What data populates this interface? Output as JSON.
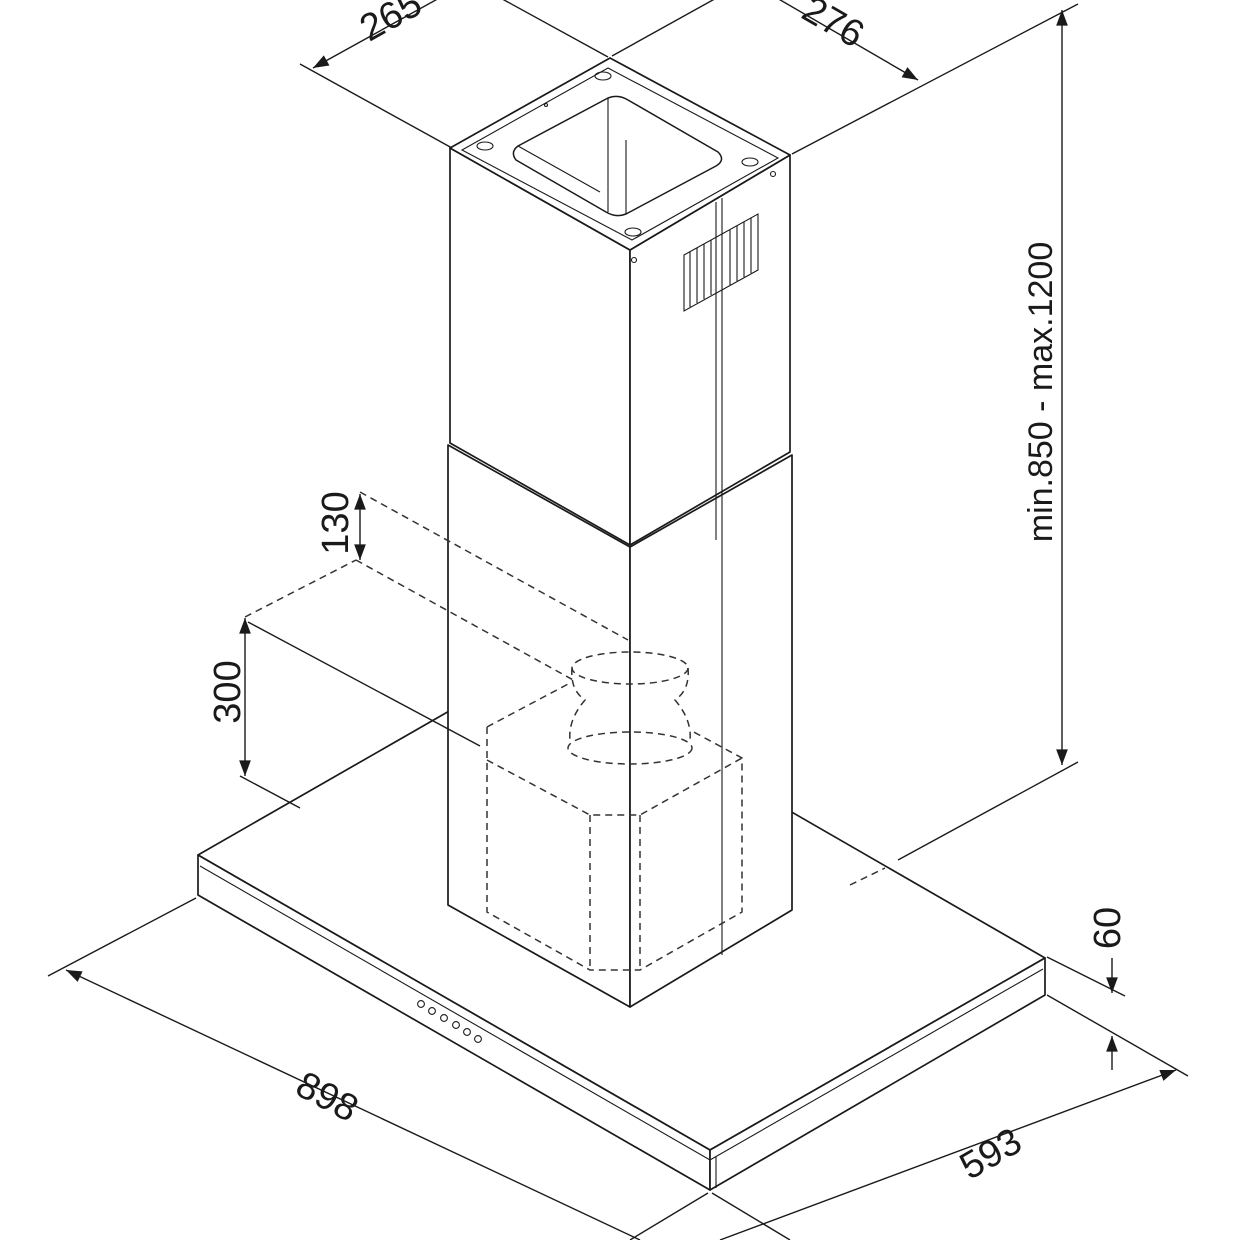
{
  "dimensions": {
    "chimney_depth": "265",
    "chimney_width": "276",
    "chimney_height_range": "min.850 - max.1200",
    "outlet_offset": "130",
    "motor_height": "300",
    "canopy_thickness": "60",
    "canopy_width": "898",
    "canopy_depth": "593"
  },
  "control_panel": {
    "button_count": 6
  },
  "colors": {
    "line": "#1a1a1a",
    "background": "#ffffff"
  }
}
